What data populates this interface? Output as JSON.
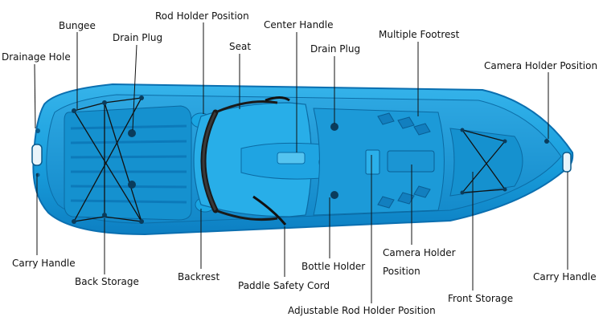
{
  "labels": {
    "drainage_hole": "Drainage Hole",
    "bungee": "Bungee",
    "drain_plug_rear": "Drain Plug",
    "rod_holder_position": "Rod Holder Position",
    "seat": "Seat",
    "center_handle": "Center Handle",
    "drain_plug_front": "Drain Plug",
    "multiple_footrest": "Multiple Footrest",
    "camera_holder_bow": "Camera Holder Position",
    "carry_handle_stern": "Carry Handle",
    "back_storage": "Back Storage",
    "backrest": "Backrest",
    "paddle_safety_cord": "Paddle Safety Cord",
    "bottle_holder": "Bottle Holder",
    "camera_holder_mid_line1": "Camera Holder",
    "camera_holder_mid_line2": "Position",
    "adjustable_rod_holder": "Adjustable Rod Holder Position",
    "front_storage": "Front Storage",
    "carry_handle_bow": "Carry Handle"
  },
  "colors": {
    "hull": "#1aa3e0",
    "hull_edge": "#0a6fb0",
    "deck": "#1596d4",
    "shadow": "#0c72b4",
    "highlight": "#5cc6f2",
    "leader": "#111111",
    "cord": "#111111"
  }
}
